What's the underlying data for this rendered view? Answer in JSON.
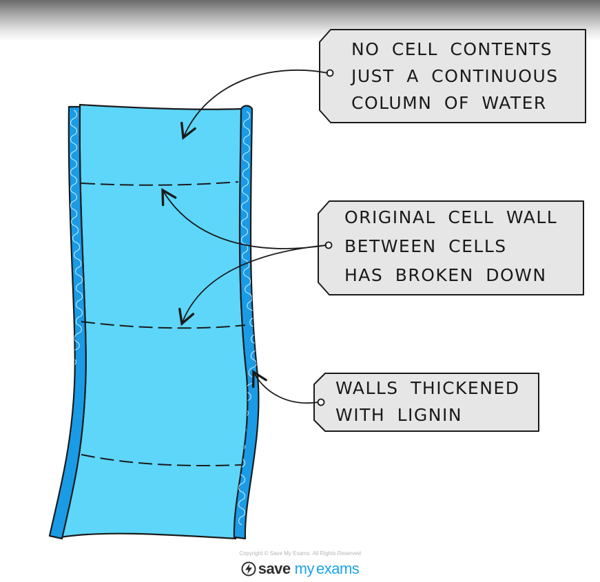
{
  "labels": {
    "contents": {
      "lines": [
        "NO CELL CONTENTS",
        "JUST A CONTINUOUS",
        "COLUMN OF WATER"
      ]
    },
    "cell_wall": {
      "lines": [
        "ORIGINAL CELL WALL",
        "BETWEEN CELLS",
        "HAS BROKEN DOWN"
      ]
    },
    "lignin": {
      "lines": [
        "WALLS THICKENED",
        "WITH LIGNIN"
      ]
    }
  },
  "footer": {
    "copyright": "Copyright © Save My Exams. All Rights Reserved",
    "logo_save": "save",
    "logo_my": "my",
    "logo_exams": "exams"
  },
  "colors": {
    "water": "#5dd6fa",
    "wall": "#1a9be6",
    "tag_fill": "#e6e6e6",
    "outline": "#1a1a1a",
    "brand_blue": "#1aa3e8"
  }
}
